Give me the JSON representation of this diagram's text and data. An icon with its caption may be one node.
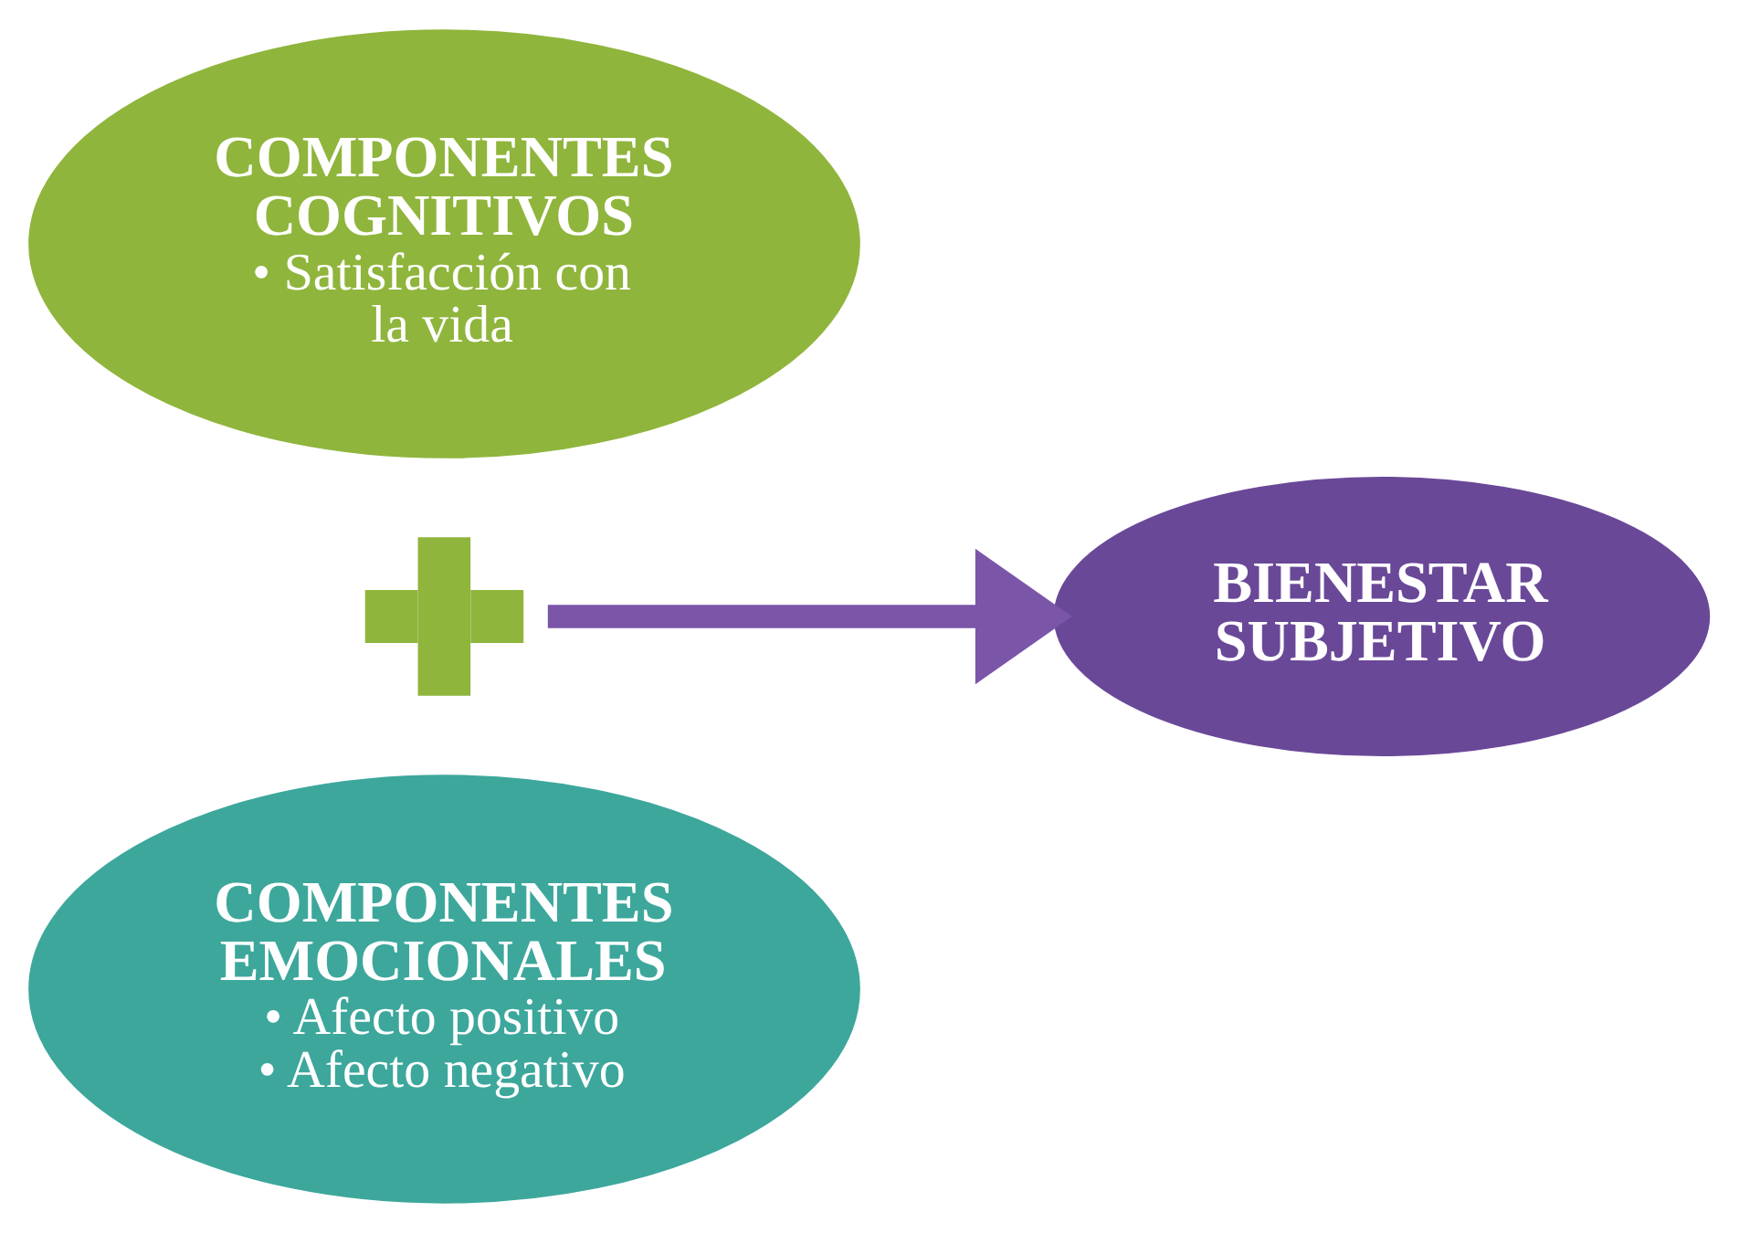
{
  "diagram": {
    "nodes": [
      {
        "text": [
          "COMPONENTES COGNITIVOS",
          "• Satisfacción con la vida"
        ]
      },
      {
        "text": [],
        "shape": "plus"
      },
      {
        "text": [
          "COMPONENTES EMOCIONALES",
          "• Afecto positivo",
          "• Afecto negativo"
        ]
      },
      {
        "text": [
          "BIENESTAR SUBJETIVO"
        ]
      }
    ],
    "edges": [
      {
        "from": 1,
        "to": 3,
        "arrow": "to",
        "color": "#7b55a8"
      }
    ]
  }
}
